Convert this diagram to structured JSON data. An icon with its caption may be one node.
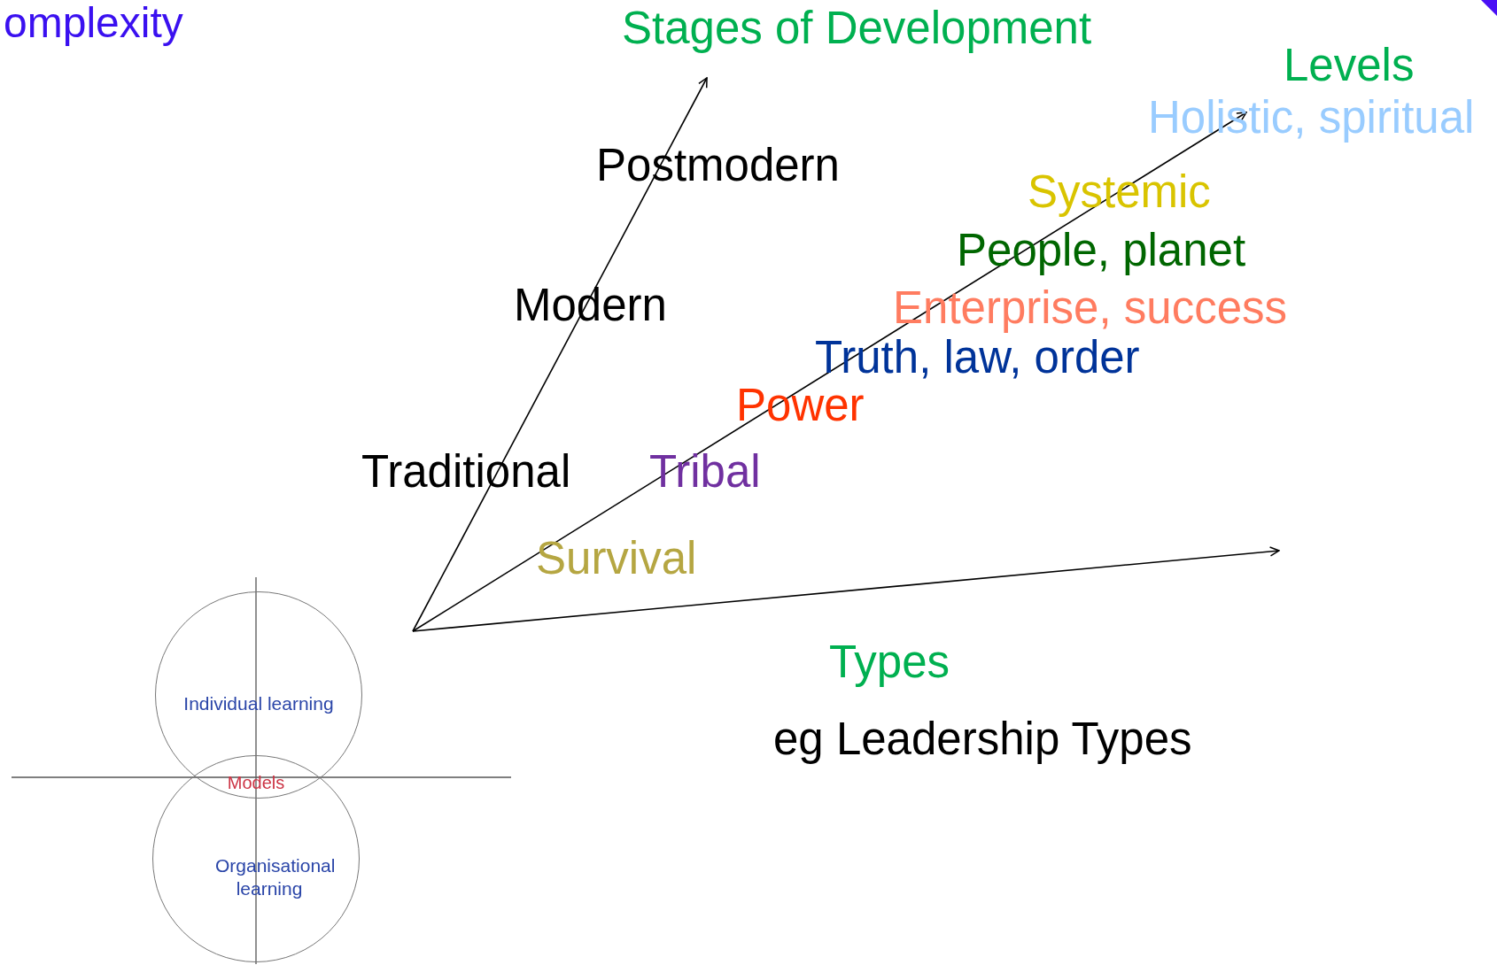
{
  "diagram": {
    "title": "omplexity",
    "nodes": [
      {
        "text": [
          "Individual learning"
        ]
      },
      {
        "text": [
          "Organisational learning"
        ]
      }
    ],
    "labels": [
      "Stages of Development",
      "Levels",
      "Holistic, spiritual",
      "Postmodern",
      "Systemic",
      "People, planet",
      "Modern",
      "Enterprise, success",
      "Truth, law, order",
      "Power",
      "Traditional",
      "Tribal",
      "Survival",
      "Types",
      "eg Leadership Types",
      "Models"
    ]
  }
}
